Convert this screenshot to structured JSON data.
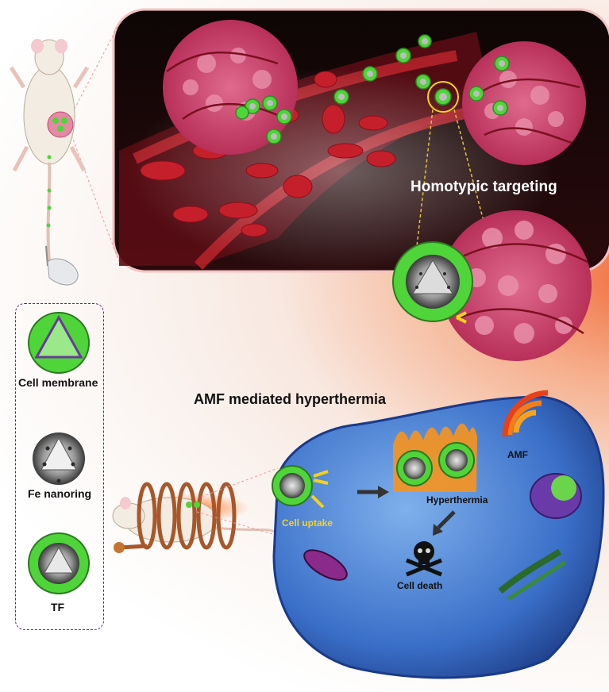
{
  "labels": {
    "homotypic": "Homotypic targeting",
    "amf_title": "AMF mediated hyperthermia",
    "amf": "AMF",
    "hyperthermia": "Hyperthermia",
    "cell_uptake": "Cell uptake",
    "cell_death": "Cell death"
  },
  "legend": {
    "items": [
      {
        "label": "Cell membrane"
      },
      {
        "label": "Fe nanoring"
      },
      {
        "label": "TF"
      }
    ]
  },
  "colors": {
    "membrane_green": "#4fd43a",
    "tumor_pink": "#d8507a",
    "vessel_red": "#b8202a",
    "dark_panel": "#1a0808",
    "cell_blue": "#3a6fc8",
    "flame_orange": "#f7941d",
    "label_yellow": "#ffd21f"
  }
}
